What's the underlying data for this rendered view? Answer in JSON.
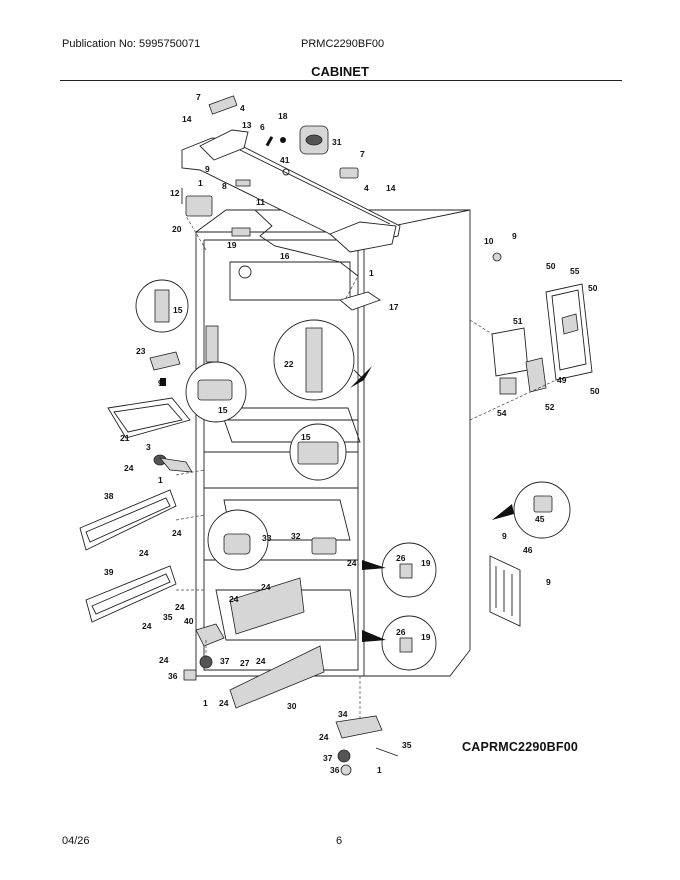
{
  "header": {
    "publication": "Publication No: 5995750071",
    "model": "PRMC2290BF00"
  },
  "section_title": "CABINET",
  "diagram_code": "CAPRMC2290BF00",
  "footer": {
    "date": "04/26",
    "page": "6"
  },
  "part_callouts": {
    "c1": "1",
    "c3": "3",
    "c4": "4",
    "c6": "6",
    "c7": "7",
    "c8": "8",
    "c9": "9",
    "c10": "10",
    "c11": "11",
    "c12": "12",
    "c13": "13",
    "c14": "14",
    "c15": "15",
    "c16": "16",
    "c17": "17",
    "c18": "18",
    "c19": "19",
    "c20": "20",
    "c21": "21",
    "c22": "22",
    "c23": "23",
    "c24": "24",
    "c26": "26",
    "c27": "27",
    "c30": "30",
    "c31": "31",
    "c32": "32",
    "c33": "33",
    "c34": "34",
    "c35": "35",
    "c36": "36",
    "c37": "37",
    "c38": "38",
    "c39": "39",
    "c40": "40",
    "c41": "41",
    "c45": "45",
    "c46": "46",
    "c49": "49",
    "c50": "50",
    "c51": "51",
    "c52": "52",
    "c54": "54",
    "c55": "55"
  }
}
